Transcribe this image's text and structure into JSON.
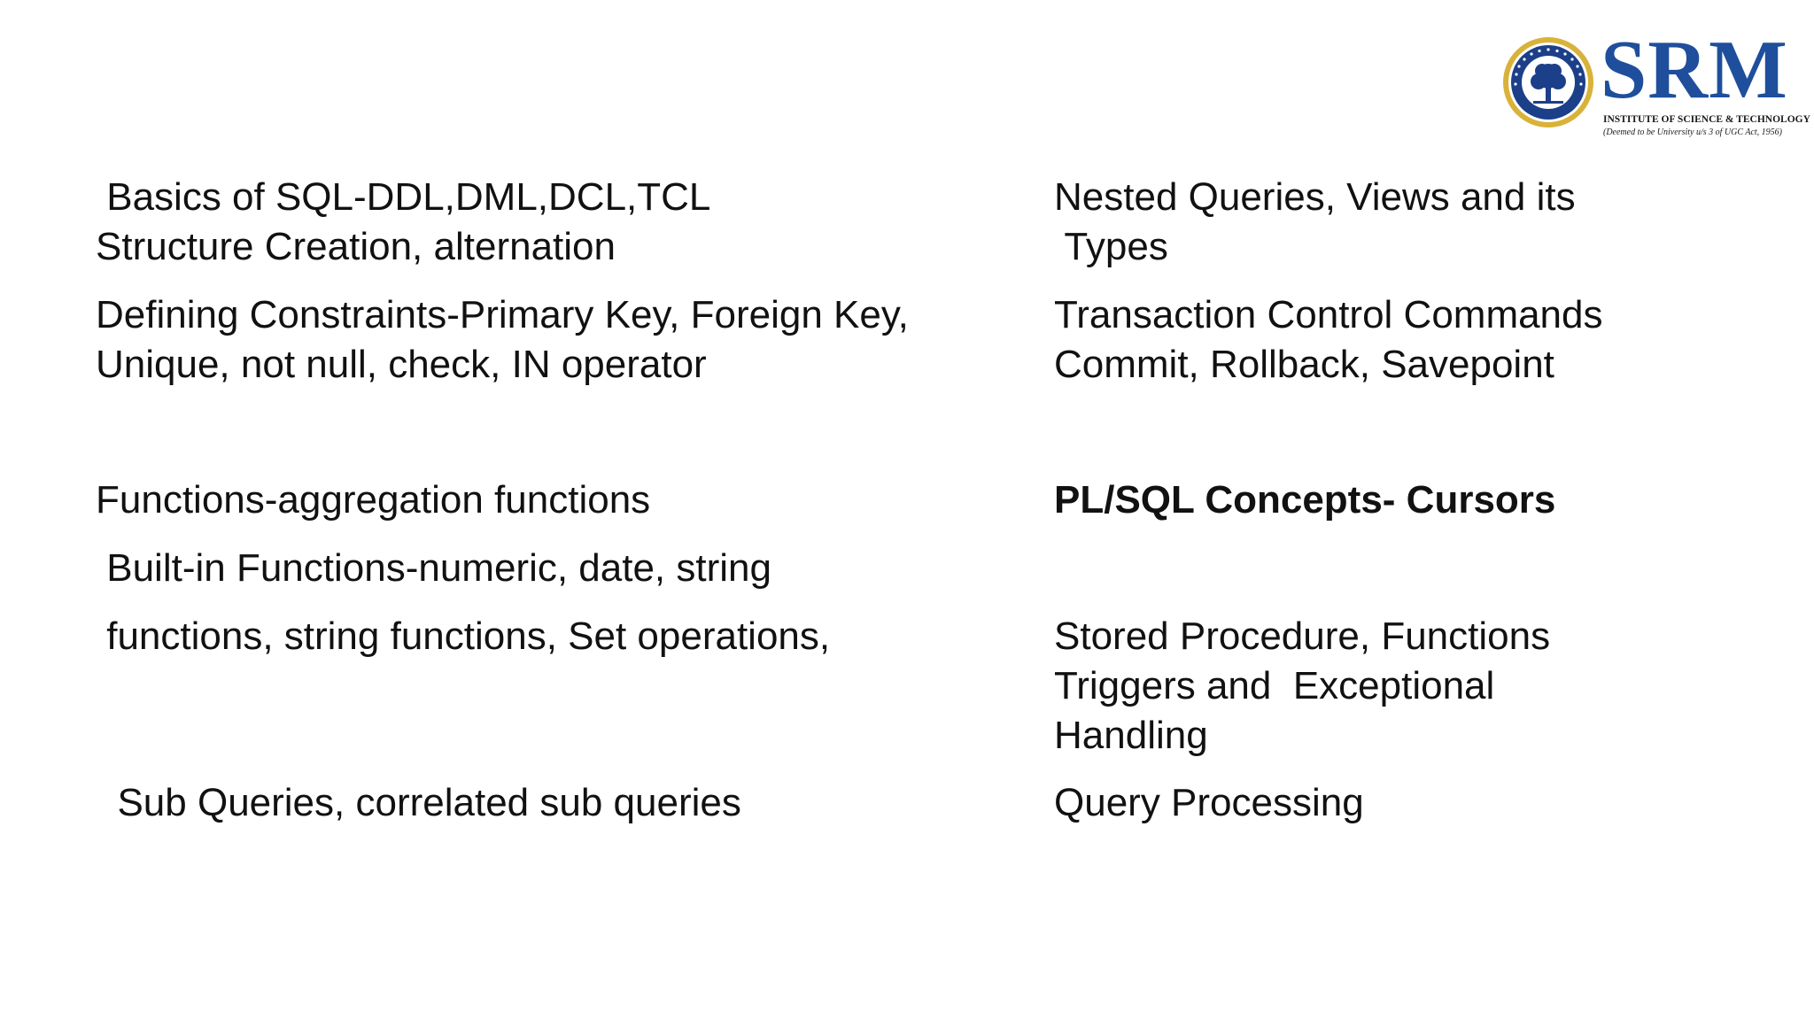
{
  "logo": {
    "name": "SRM",
    "subtitle": "INSTITUTE OF SCIENCE & TECHNOLOGY",
    "note": "(Deemed to be University u/s 3 of UGC Act, 1956)",
    "seal_text": "SRM INSTITUTE OF SCIENCE AND TECHNOLOGY",
    "colors": {
      "brand_blue": "#1f4f9c",
      "seal_gold": "#d9b23a",
      "seal_navy": "#1c3f8a"
    }
  },
  "left_column": [
    " Basics of SQL-DDL,DML,DCL,TCL\nStructure Creation, alternation",
    "Defining Constraints-Primary Key, Foreign Key,\nUnique, not null, check, IN operator",
    "Functions-aggregation functions",
    " Built-in Functions-numeric, date, string",
    " functions, string functions, Set operations,",
    "  Sub Queries, correlated sub queries"
  ],
  "right_column": [
    "Nested Queries, Views and its\n Types",
    "Transaction Control Commands\nCommit, Rollback, Savepoint",
    "PL/SQL Concepts- Cursors",
    "Stored Procedure, Functions\nTriggers and  Exceptional\nHandling",
    "Query Processing"
  ]
}
